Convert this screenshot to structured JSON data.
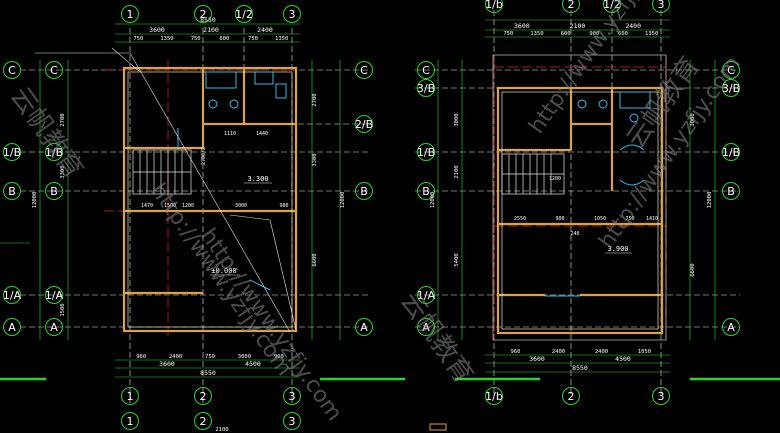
{
  "colors": {
    "background": "#000000",
    "wall": "#d9a441",
    "wall_inner": "#efe3b0",
    "dim_line": "#29d629",
    "grid": "#e6e6e6",
    "axis_red": "#d52b2b",
    "fixture": "#39b8e6",
    "text": "#ffffff",
    "watermark": "#8d8d8d"
  },
  "left_plan": {
    "top_axes": [
      "1",
      "2",
      "1/2",
      "3"
    ],
    "bottom_axes": [
      "1",
      "2",
      "3"
    ],
    "left_axes": [
      "C",
      "1/B",
      "B",
      "1/A",
      "A"
    ],
    "right_axes": [
      "C",
      "2/B",
      "B",
      "A"
    ],
    "top_total": "8550",
    "top_dims_row1": [
      "3600",
      "2100",
      "2400"
    ],
    "top_dims_row2": [
      "750",
      "1350",
      "750",
      "600",
      "750",
      "1350"
    ],
    "bottom_dims_row1": [
      "960",
      "2400",
      "750",
      "3000",
      "900"
    ],
    "bottom_dims_row2": [
      "3600",
      "4500"
    ],
    "bottom_total": "8550",
    "left_dims": [
      "12000",
      "2700",
      "3300",
      "1500"
    ],
    "right_dims": [
      "2700",
      "3300",
      "12000",
      "6600"
    ],
    "inner_dims": [
      "1470",
      "1500",
      "1200",
      "3000",
      "900",
      "1110",
      "1440"
    ],
    "level_main": "±0.000",
    "level_stair": "3.300",
    "label_misc": "2700/2",
    "bottom_note": "2100"
  },
  "right_plan": {
    "top_axes": [
      "1/b",
      "2",
      "1/2",
      "3"
    ],
    "bottom_axes": [
      "1/b",
      "2",
      "3"
    ],
    "left_axes": [
      "C",
      "3/B",
      "1/B",
      "B",
      "1/A",
      "A"
    ],
    "right_axes": [
      "C",
      "3/B",
      "1/B",
      "B",
      "A"
    ],
    "top_dims_row1": [
      "3600",
      "2100",
      "2400"
    ],
    "top_dims_row2": [
      "750",
      "1350",
      "600",
      "900",
      "600",
      "1350"
    ],
    "bottom_dims_row1": [
      "960",
      "2400",
      "2400",
      "1050"
    ],
    "bottom_dims_row2": [
      "3600",
      "4500"
    ],
    "bottom_total": "8550",
    "left_dims": [
      "12000",
      "3000",
      "2100",
      "5400"
    ],
    "right_dims": [
      "3000",
      "12000",
      "6600"
    ],
    "inner_dims": [
      "2550",
      "900",
      "1050",
      "750",
      "1410",
      "240",
      "1200"
    ],
    "level_main": "3.900"
  },
  "watermark_text": "http://www.yzfjy.com",
  "watermark_brand": "云帆教育"
}
